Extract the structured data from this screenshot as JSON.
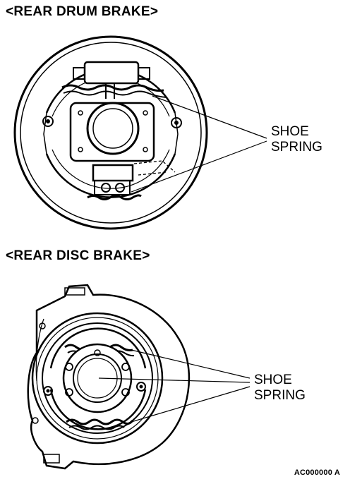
{
  "drum": {
    "title": "<REAR DRUM BRAKE>",
    "label_line1": "SHOE",
    "label_line2": "SPRING"
  },
  "disc": {
    "title": "<REAR DISC BRAKE>",
    "label_line1": "SHOE",
    "label_line2": "SPRING"
  },
  "figure_id": "AC000000 A"
}
